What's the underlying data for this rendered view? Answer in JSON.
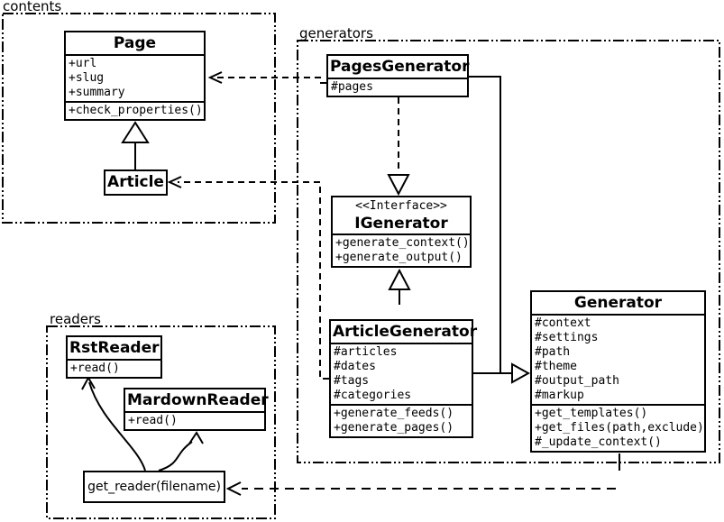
{
  "diagram": {
    "kind": "uml-class-diagram"
  },
  "colors": {
    "line": "#000000",
    "background": "#ffffff",
    "text": "#000000"
  },
  "packages": {
    "contents": {
      "label": "contents"
    },
    "generators": {
      "label": "generators"
    },
    "readers": {
      "label": "readers"
    }
  },
  "classes": {
    "page": {
      "title": "Page",
      "attributes": [
        "+url",
        "+slug",
        "+summary"
      ],
      "methods": [
        "+check_properties()"
      ]
    },
    "article": {
      "title": "Article"
    },
    "pages_generator": {
      "title": "PagesGenerator",
      "attributes": [
        "#pages"
      ]
    },
    "igenerator": {
      "stereotype": "<<Interface>>",
      "title": "IGenerator",
      "methods": [
        "+generate_context()",
        "+generate_output()"
      ]
    },
    "article_generator": {
      "title": "ArticleGenerator",
      "attributes": [
        "#articles",
        "#dates",
        "#tags",
        "#categories"
      ],
      "methods": [
        "+generate_feeds()",
        "+generate_pages()"
      ]
    },
    "generator": {
      "title": "Generator",
      "attributes": [
        "#context",
        "#settings",
        "#path",
        "#theme",
        "#output_path",
        "#markup"
      ],
      "methods": [
        "+get_templates()",
        "+get_files(path,exclude)",
        "#_update_context()"
      ]
    },
    "rst_reader": {
      "title": "RstReader",
      "methods": [
        "+read()"
      ]
    },
    "mardown_reader": {
      "title": "MardownReader",
      "methods": [
        "+read()"
      ]
    },
    "get_reader": {
      "label": "get_reader(filename)"
    }
  },
  "relationships": [
    {
      "type": "generalization",
      "from": "Article",
      "to": "Page"
    },
    {
      "type": "dependency",
      "from": "PagesGenerator",
      "to": "Page"
    },
    {
      "type": "dependency",
      "from": "ArticleGenerator",
      "to": "Article"
    },
    {
      "type": "realization",
      "from": "PagesGenerator",
      "to": "IGenerator"
    },
    {
      "type": "generalization",
      "from": "ArticleGenerator",
      "to": "IGenerator"
    },
    {
      "type": "generalization",
      "from": "PagesGenerator",
      "to": "Generator"
    },
    {
      "type": "generalization",
      "from": "ArticleGenerator",
      "to": "Generator"
    },
    {
      "type": "dependency",
      "from": "Generator",
      "to": "get_reader(filename)"
    },
    {
      "type": "flow",
      "from": "get_reader(filename)",
      "to": "RstReader"
    },
    {
      "type": "flow",
      "from": "get_reader(filename)",
      "to": "MardownReader"
    }
  ]
}
